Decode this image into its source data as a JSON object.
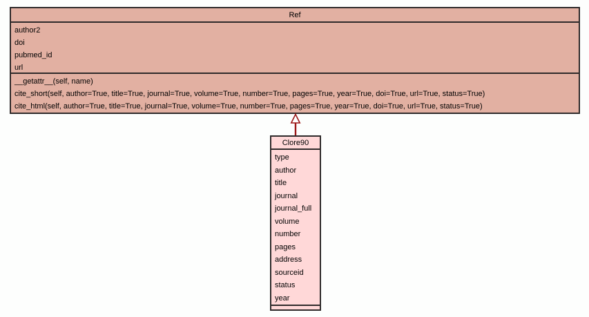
{
  "diagram_type": "uml-class-diagram",
  "colors": {
    "canvas-bg": "#fdfefd",
    "line": "#2e2a2a",
    "arrow": "#9b1717",
    "ref-fill": "#e2b0a2",
    "clore-fill": "#ffd8d8"
  },
  "classes": [
    {
      "name": "Ref",
      "fill": "#e2b0a2",
      "attributes": [
        "author2",
        "doi",
        "pubmed_id",
        "url"
      ],
      "methods": [
        "__getattr__(self, name)",
        "cite_short(self, author=True, title=True, journal=True, volume=True, number=True, pages=True, year=True, doi=True, url=True, status=True)",
        "cite_html(self, author=True, title=True, journal=True, volume=True, number=True, pages=True, year=True, doi=True, url=True, status=True)"
      ]
    },
    {
      "name": "Clore90",
      "fill": "#ffd8d8",
      "attributes": [
        "type",
        "author",
        "title",
        "journal",
        "journal_full",
        "volume",
        "number",
        "pages",
        "address",
        "sourceid",
        "status",
        "year"
      ],
      "methods": []
    }
  ],
  "relations": [
    {
      "from": "Clore90",
      "to": "Ref",
      "type": "inheritance"
    }
  ]
}
